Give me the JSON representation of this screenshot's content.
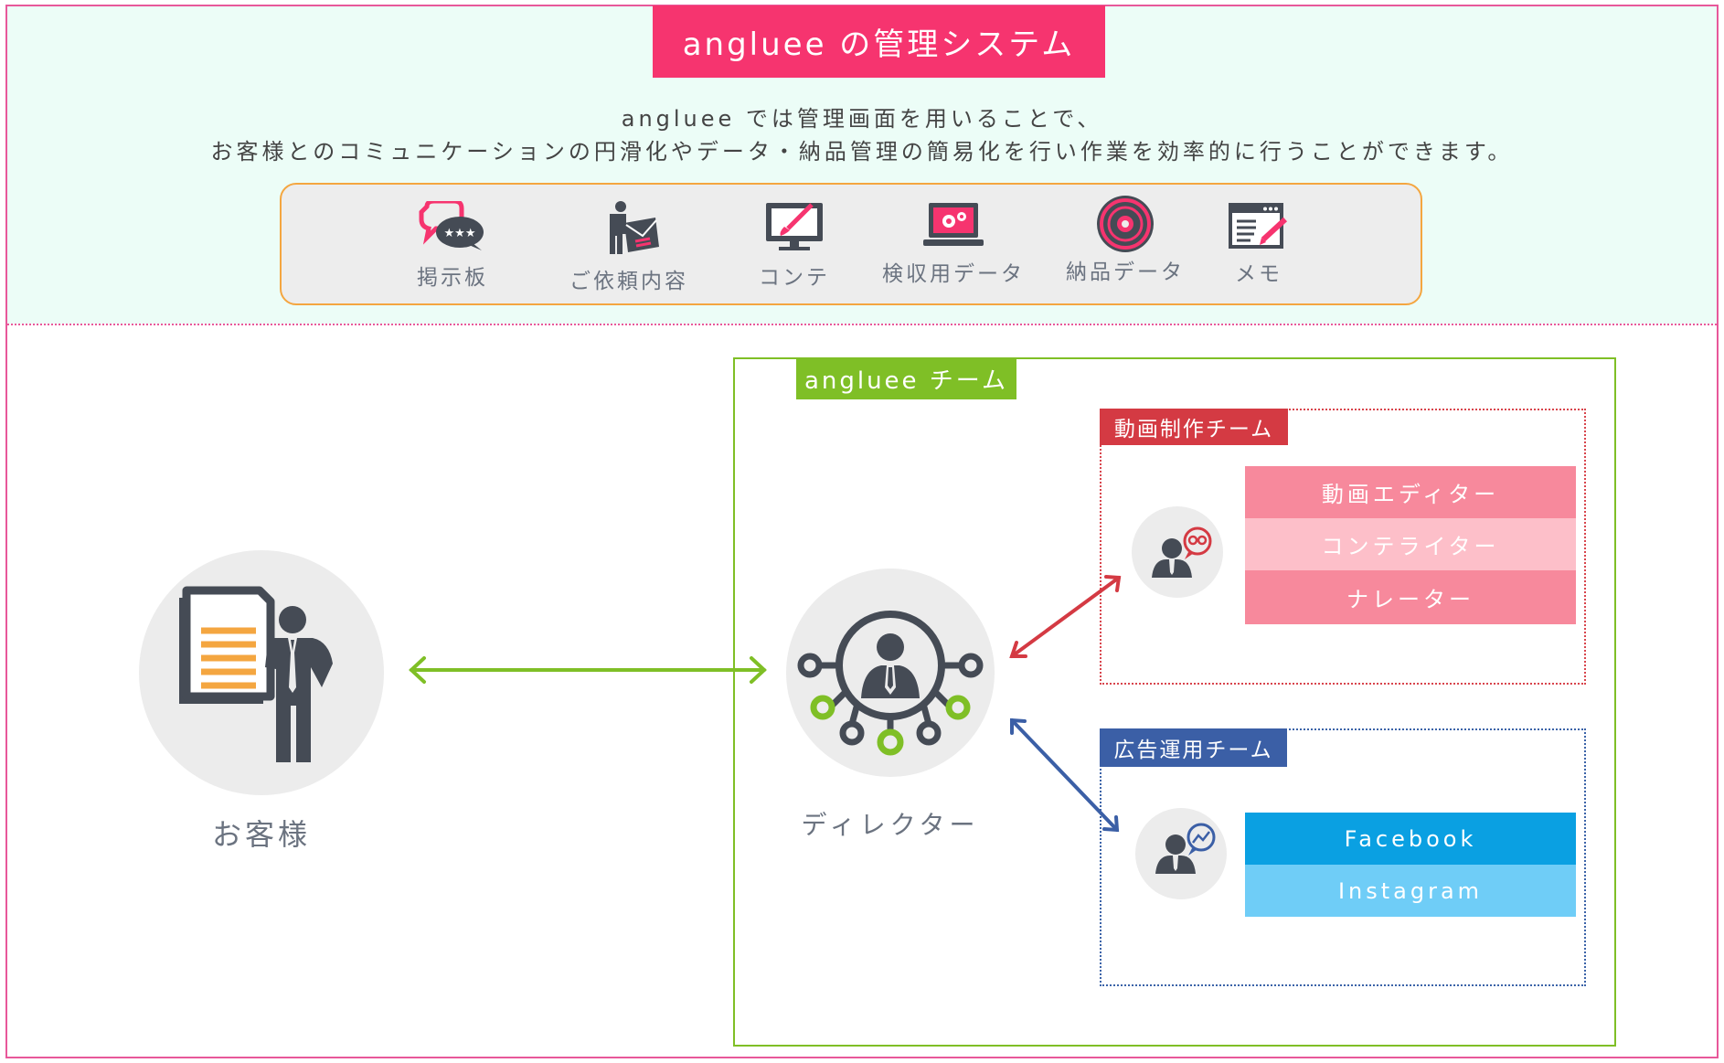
{
  "header": {
    "title": "angluee の管理システム",
    "description_line1": "angluee では管理画面を用いることで、",
    "description_line2": "お客様とのコミュニケーションの円滑化やデータ・納品管理の簡易化を行い作業を効率的に行うことができます。"
  },
  "features": [
    {
      "label": "掲示板",
      "icon": "chat-bubbles-icon"
    },
    {
      "label": "ご依頼内容",
      "icon": "person-envelope-icon"
    },
    {
      "label": "コンテ",
      "icon": "monitor-brush-icon"
    },
    {
      "label": "検収用データ",
      "icon": "laptop-gears-icon"
    },
    {
      "label": "納品データ",
      "icon": "disc-icon"
    },
    {
      "label": "メモ",
      "icon": "memo-window-icon"
    }
  ],
  "customer": {
    "label": "お客様",
    "icon": "presenter-document-icon"
  },
  "team": {
    "label": "angluee チーム"
  },
  "director": {
    "label": "ディレクター",
    "icon": "director-network-icon"
  },
  "video_team": {
    "label": "動画制作チーム",
    "icon": "person-film-icon",
    "roles": [
      "動画エディター",
      "コンテライター",
      "ナレーター"
    ]
  },
  "ad_team": {
    "label": "広告運用チーム",
    "icon": "person-chart-icon",
    "roles": [
      "Facebook",
      "Instagram"
    ]
  },
  "colors": {
    "brand_pink": "#f6346f",
    "green": "#7fbf26",
    "red": "#d43a43",
    "blue": "#3b5fa6",
    "orange": "#f4a640",
    "video_role_dark": "#f7899c",
    "video_role_light": "#fdbfc9",
    "facebook_blue": "#0aa0e2",
    "instagram_blue": "#6fcdf7"
  }
}
